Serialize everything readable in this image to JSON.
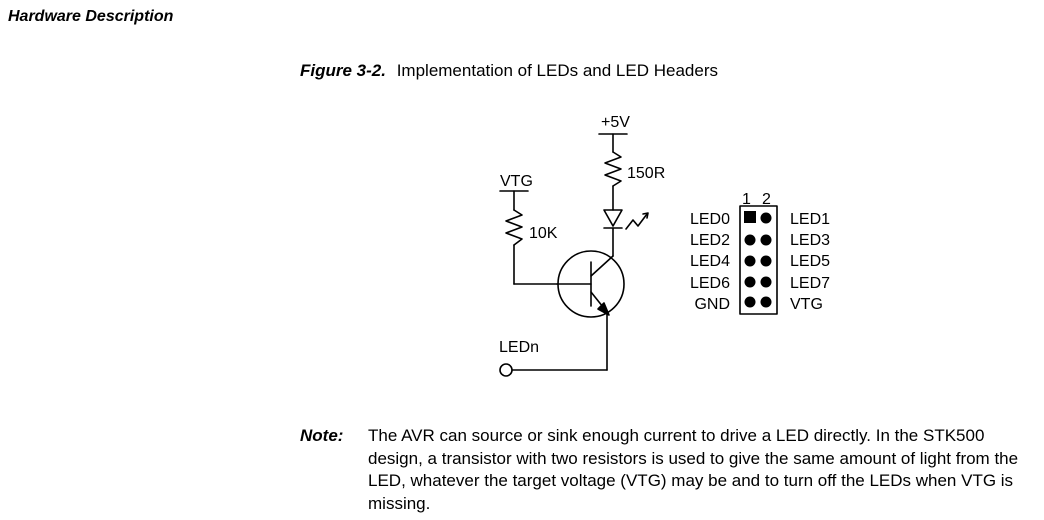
{
  "header": {
    "section_title": "Hardware Description"
  },
  "figure": {
    "number": "Figure 3-2.",
    "caption": "Implementation of LEDs and LED Headers",
    "labels": {
      "supply": "+5V",
      "resistor_top": "150R",
      "vtg": "VTG",
      "resistor_left": "10K",
      "ledn": "LEDn",
      "pin_col_1": "1",
      "pin_col_2": "2"
    },
    "header_rows": [
      {
        "left": "LED0",
        "right": "LED1"
      },
      {
        "left": "LED2",
        "right": "LED3"
      },
      {
        "left": "LED4",
        "right": "LED5"
      },
      {
        "left": "LED6",
        "right": "LED7"
      },
      {
        "left": "GND",
        "right": "VTG"
      }
    ]
  },
  "note": {
    "label": "Note:",
    "text": "The AVR can source or sink enough current to drive a LED directly. In the STK500 design, a transistor with two resistors is used to give the same amount of light from the LED, whatever the target voltage (VTG) may be and to turn off the LEDs when VTG is missing."
  }
}
